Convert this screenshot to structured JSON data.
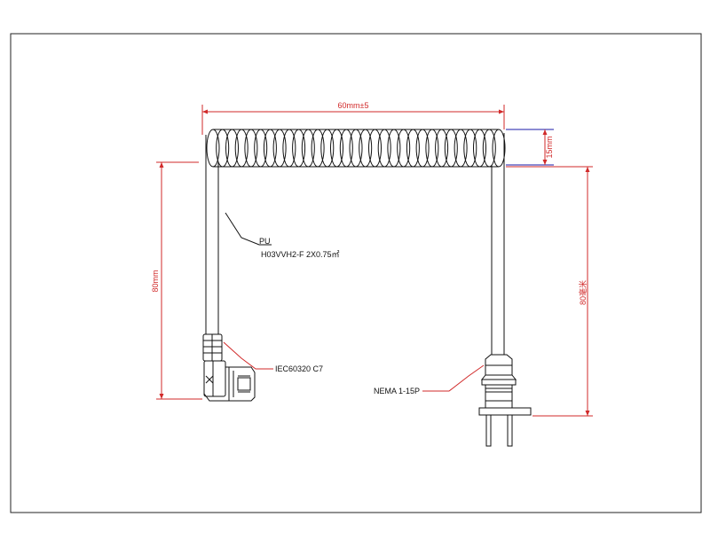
{
  "dimensions": {
    "coil_length": "60mm±5",
    "coil_height": "15mm",
    "left_lead": "80mm",
    "right_lead": "80毫米"
  },
  "labels": {
    "jacket": "PU",
    "cable_spec": "H03VVH2-F 2X0.75㎡",
    "left_connector": "IEC60320 C7",
    "right_connector": "NEMA 1-15P"
  },
  "colors": {
    "line": "#111111",
    "dimension": "#d12a2a",
    "highlight": "#1a1aaa"
  }
}
